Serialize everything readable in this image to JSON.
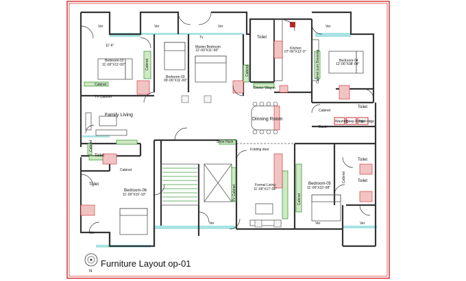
{
  "caption": "Furniture Layout op-01",
  "compass_letter": "N",
  "rooms": {
    "ver_tl": "Ver",
    "ver_t2": "Ver",
    "ver_t3": "Ver",
    "ver_tr": "Ver",
    "toilet_t": "Toilet",
    "bedroom02": "Bedroom-02",
    "bedroom02_dim": "11'-06\"X11'-00\"",
    "bedroom03": "Bedroom-03",
    "bedroom03_dim": "09'-06\"X11'-00\"",
    "master": "Master Bedroom",
    "master_dim": "12'-00\"X11'-00\"",
    "kitchen": "Kitchen",
    "kitchen_dim": "07'-06\"X12'-0\"",
    "bedroom04": "Bedroom-04",
    "bedroom04_dim": "12'-06\"X08'-04\"",
    "toilet_r1": "Toilet",
    "family": "Family Living",
    "dining": "Dinning Room",
    "toilet_l": "Toilet",
    "folding": "Folding door",
    "toilet_r2": "Toilet",
    "toilet_r3": "Toilet",
    "toilet_bl": "Toilet",
    "bedroom06": "Bedroom-06",
    "bedroom06_dim": "11'-00\"X15'-10\"",
    "formal": "Formal Living",
    "formal_dim": "11'-06\"X17'-06\"",
    "bedroom05": "Bedroom-05",
    "bedroom05_dim": "11'-06\"X15'-08\"",
    "ver_bl": "Ver",
    "ver_bm": "Ver",
    "ver_br": "Ver",
    "ver_br2": "Ver"
  },
  "fixtures": {
    "cabinet_a": "Cabinet",
    "cabinet_b": "Cabinet",
    "cabinet_c": "Cabinet",
    "cabinet_d": "Cabinet",
    "cabinet_e": "Cabinet",
    "cabinet_f": "Cabinet",
    "tv_cabinet": "TV Cabinet",
    "tv_cabinet2": "TV Cabinet",
    "dinner_wagon": "Dinner Wagon",
    "shoe_rack": "Shoe Rack",
    "cabinet_dressing": "Cabinet cum Dressing",
    "basin": "Basin",
    "washing": "Washing",
    "dishwasher": "Deep Fridge",
    "tall_fridge": "Tall Fridge",
    "tv_label_top": "Tv",
    "cabinet_bl": "Cabinet",
    "cabinet_bl2": "Cabinet",
    "dim_top": "11'-6\""
  },
  "colors": {
    "accent_green": "#3a9a3a",
    "accent_red": "#c62828",
    "accent_pink": "#e9a0a0",
    "accent_cyan": "#7fd3d3",
    "wall": "#333333"
  }
}
